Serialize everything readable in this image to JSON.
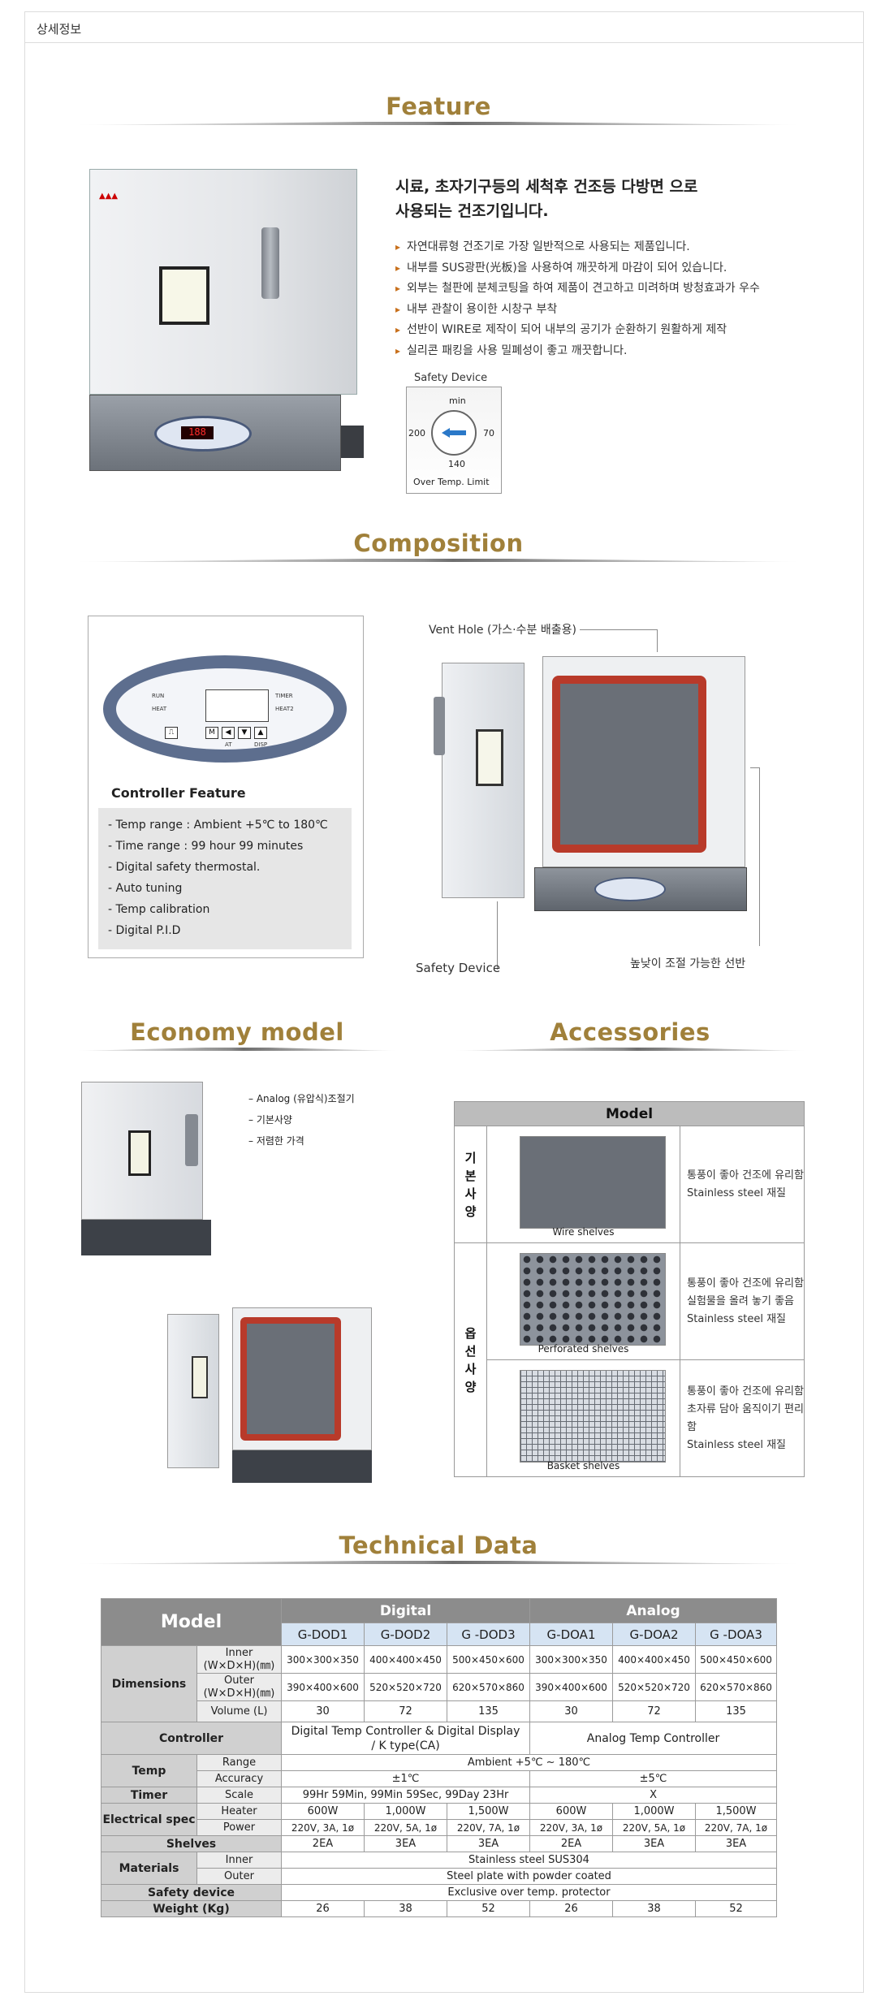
{
  "tab": {
    "label": "상세정보"
  },
  "sections": {
    "feature": "Feature",
    "composition": "Composition",
    "economy": "Economy model",
    "accessories": "Accessories",
    "technical": "Technical Data"
  },
  "feature": {
    "title_line1": "시료, 초자기구등의 세척후 건조등 다방면 으로",
    "title_line2": "사용되는 건조기입니다.",
    "bullets": [
      "자연대류형 건조기로 가장 일반적으로 사용되는 제품입니다.",
      "내부를 SUS광판(光板)을 사용하여 깨끗하게 마감이 되어 있습니다.",
      "외부는 철판에 분체코팅을 하여 제품이 견고하고 미려하며 방청효과가 우수",
      "내부 관찰이 용이한 시창구 부착",
      "선반이 WIRE로 제작이 되어 내부의 공기가 순환하기 원활하게 제작",
      "실리콘 패킹을 사용 밀폐성이 좋고 깨끗합니다."
    ],
    "safety_device": {
      "label": "Safety Device",
      "min": "min",
      "left": "200",
      "right": "70",
      "bottom": "140",
      "caption": "Over Temp. Limit"
    },
    "oven_display": "188"
  },
  "composition": {
    "controller": {
      "run": "RUN",
      "heat": "HEAT",
      "timer": "TIMER",
      "heat2": "HEAT2",
      "at": "AT",
      "disp": "DISP",
      "m": "M",
      "heading": "Controller Feature",
      "specs": [
        "- Temp range : Ambient +5℃ to 180℃",
        "- Time range : 99 hour 99 minutes",
        "- Digital safety thermostal.",
        "- Auto tuning",
        "- Temp calibration",
        "- Digital P.I.D"
      ]
    },
    "vent_label": "Vent Hole (가스·수분 배출용)",
    "safety_label": "Safety Device",
    "shelf_label": "높낮이 조절 가능한 선반"
  },
  "economy": {
    "items": [
      "– Analog (유압식)조절기",
      "– 기본사양",
      "– 저렴한 가격"
    ]
  },
  "accessories": {
    "header": "Model",
    "side_basic": [
      "기",
      "본",
      "사",
      "양"
    ],
    "side_option": [
      "옵",
      "선",
      "사",
      "양"
    ],
    "rows": [
      {
        "caption": "Wire shelves",
        "desc": [
          "통풍이 좋아 건조에 유리함",
          "Stainless steel 재질"
        ]
      },
      {
        "caption": "Perforated shelves",
        "desc": [
          "통풍이 좋아 건조에 유리함",
          "실험물을 올려 놓기 좋음",
          "Stainless steel 재질"
        ]
      },
      {
        "caption": "Basket shelves",
        "desc": [
          "통풍이 좋아 건조에 유리함",
          "초자류 담아 움직이기 편리함",
          "Stainless steel 재질"
        ]
      }
    ]
  },
  "technical": {
    "model_label": "Model",
    "group_digital": "Digital",
    "group_analog": "Analog",
    "models": [
      "G-DOD1",
      "G-DOD2",
      "G -DOD3",
      "G-DOA1",
      "G-DOA2",
      "G -DOA3"
    ],
    "dimensions": {
      "label": "Dimensions",
      "inner_label": "Inner",
      "outer_label": "Outer",
      "unit": "(W×D×H)(㎜)",
      "volume_label": "Volume (L)",
      "inner": [
        "300×300×350",
        "400×400×450",
        "500×450×600",
        "300×300×350",
        "400×400×450",
        "500×450×600"
      ],
      "outer": [
        "390×400×600",
        "520×520×720",
        "620×570×860",
        "390×400×600",
        "520×520×720",
        "620×570×860"
      ],
      "volume": [
        "30",
        "72",
        "135",
        "30",
        "72",
        "135"
      ]
    },
    "controller": {
      "label": "Controller",
      "digital_line1": "Digital Temp Controller & Digital Display",
      "digital_line2": "/  K type(CA)",
      "analog": "Analog Temp Controller"
    },
    "temp": {
      "label": "Temp",
      "range_label": "Range",
      "accuracy_label": "Accuracy",
      "range": "Ambient +5℃  ~  180℃",
      "accuracy_digital": "±1℃",
      "accuracy_analog": "±5℃"
    },
    "timer": {
      "label": "Timer",
      "scale_label": "Scale",
      "digital": "99Hr 59Min, 99Min 59Sec, 99Day 23Hr",
      "analog": "X"
    },
    "electrical": {
      "label": "Electrical spec",
      "heater_label": "Heater",
      "power_label": "Power",
      "heater": [
        "600W",
        "1,000W",
        "1,500W",
        "600W",
        "1,000W",
        "1,500W"
      ],
      "power": [
        "220V, 3A, 1ø",
        "220V, 5A, 1ø",
        "220V, 7A, 1ø",
        "220V, 3A, 1ø",
        "220V, 5A, 1ø",
        "220V, 7A, 1ø"
      ]
    },
    "shelves": {
      "label": "Shelves",
      "values": [
        "2EA",
        "3EA",
        "3EA",
        "2EA",
        "3EA",
        "3EA"
      ]
    },
    "materials": {
      "label": "Materials",
      "inner_label": "Inner",
      "outer_label": "Outer",
      "inner": "Stainless steel SUS304",
      "outer": "Steel plate with powder coated"
    },
    "safety": {
      "label": "Safety device",
      "value": "Exclusive over temp. protector"
    },
    "weight": {
      "label": "Weight (Kg)",
      "values": [
        "26",
        "38",
        "52",
        "26",
        "38",
        "52"
      ]
    }
  }
}
